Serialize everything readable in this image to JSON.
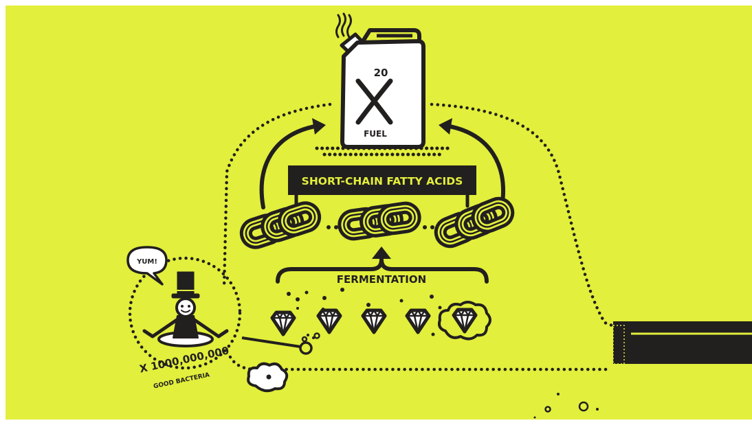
{
  "colors": {
    "background": "#e2ef3c",
    "ink": "#221f1f",
    "paper": "#ffffff",
    "frame": "#ffffff"
  },
  "fuel_can": {
    "number": "20",
    "label": "FUEL"
  },
  "banner": {
    "text": "SHORT-CHAIN FATTY ACIDS"
  },
  "process": {
    "label": "FERMENTATION"
  },
  "bacteria": {
    "speech": "YUM!",
    "count": "X 1000,000,000",
    "caption": "GOOD BACTERIA"
  },
  "icons": [
    "jerry-can-icon",
    "chain-link-icon",
    "diamond-icon",
    "top-hat-icon",
    "cloud-icon",
    "heat-waves-icon"
  ]
}
